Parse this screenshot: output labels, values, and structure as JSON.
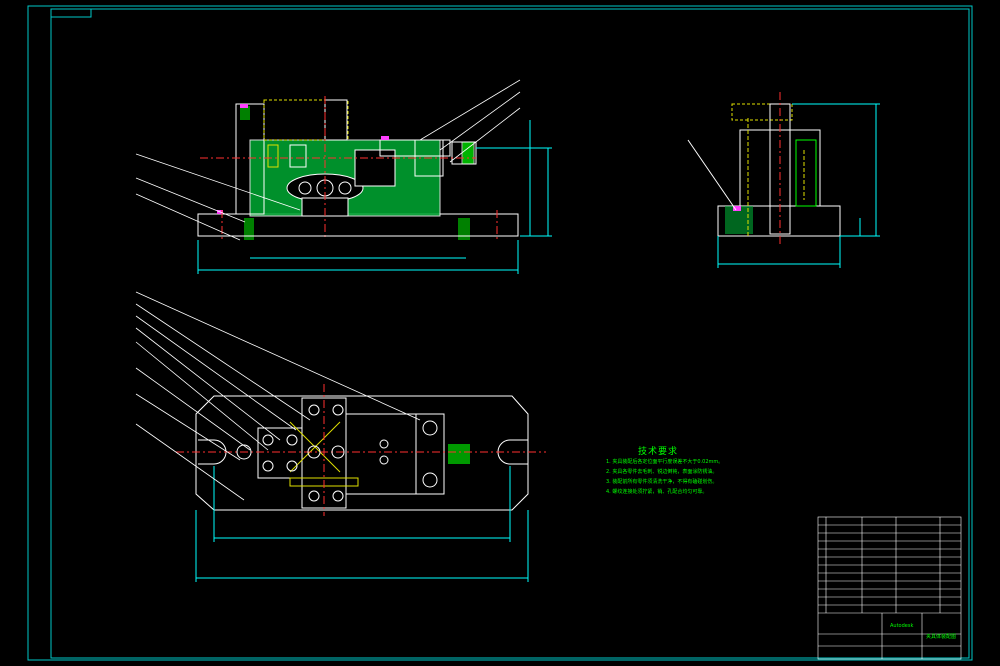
{
  "drawing": {
    "frame_color": "#00c8c8",
    "line_color": "#ffffff",
    "hatch_color": "#00d000",
    "center_color": "#ff3030",
    "dim_color": "#00ffff",
    "accent_yellow": "#e0e000",
    "accent_magenta": "#ff40ff"
  },
  "tech_requirements": {
    "title": "技术要求",
    "items": [
      "1. 夹具装配后各定位面平行度误差不大于0.02mm。",
      "2. 夹具各零件去毛刺、锐边倒钝，表面涂防锈油。",
      "3. 装配前所有零件须清洗干净，不得有磕碰划伤。",
      "4. 螺纹连接处须拧紧，销、孔配合均匀可靠。"
    ]
  },
  "title_block": {
    "drawing_name": "夹具体装配图",
    "school": "Autodesk"
  }
}
